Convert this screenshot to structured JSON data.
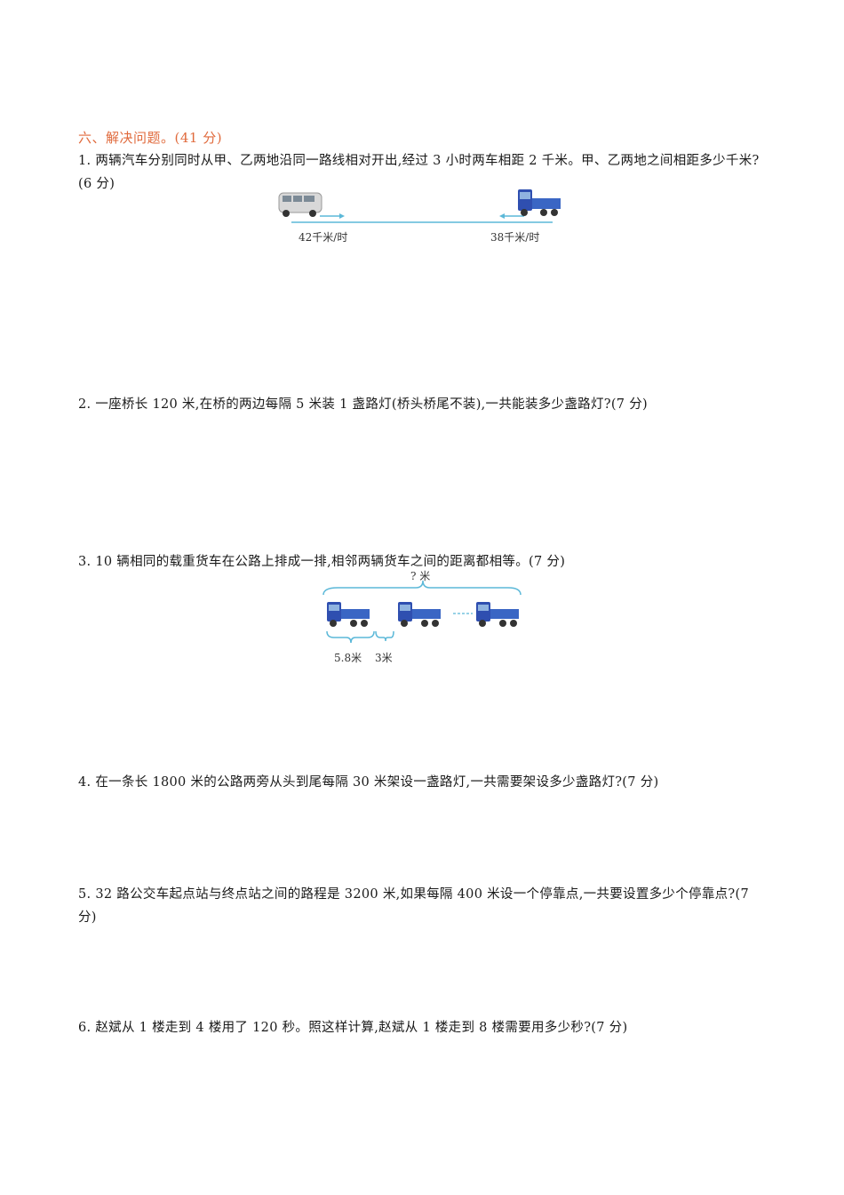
{
  "section": {
    "title": "六、解决问题。(41 分)",
    "color": "#e06a3c"
  },
  "questions": [
    {
      "number": "1",
      "text": "1. 两辆汽车分别同时从甲、乙两地沿同一路线相对开出,经过 3 小时两车相距 2 千米。甲、乙两地之间相距多少千米?(6 分)",
      "figure": {
        "left_vehicle": "van-icon",
        "right_vehicle": "truck-icon",
        "left_speed": "42千米/时",
        "right_speed": "38千米/时",
        "line_color": "#5bb8d8"
      }
    },
    {
      "number": "2",
      "text": "2. 一座桥长 120 米,在桥的两边每隔 5 米装 1 盏路灯(桥头桥尾不装),一共能装多少盏路灯?(7 分)"
    },
    {
      "number": "3",
      "text": "3. 10 辆相同的载重货车在公路上排成一排,相邻两辆货车之间的距离都相等。(7 分)",
      "figure": {
        "total_label": "? 米",
        "truck_length_label": "5.8米",
        "gap_label": "3米",
        "ellipsis": "-----",
        "brace_color": "#5bb8d8"
      }
    },
    {
      "number": "4",
      "text": "4. 在一条长 1800 米的公路两旁从头到尾每隔 30 米架设一盏路灯,一共需要架设多少盏路灯?(7 分)"
    },
    {
      "number": "5",
      "text": "5. 32 路公交车起点站与终点站之间的路程是 3200 米,如果每隔 400 米设一个停靠点,一共要设置多少个停靠点?(7 分)"
    },
    {
      "number": "6",
      "text": "6. 赵斌从 1 楼走到 4 楼用了 120 秒。照这样计算,赵斌从 1 楼走到 8 楼需要用多少秒?(7 分)"
    }
  ]
}
